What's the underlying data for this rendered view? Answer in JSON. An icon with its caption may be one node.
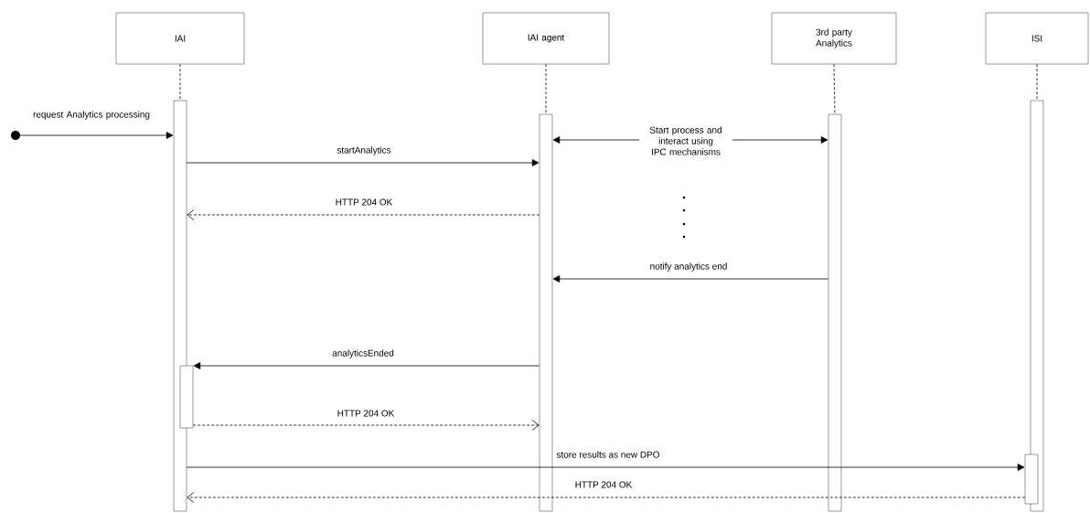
{
  "diagram": {
    "nodes": [
      {
        "text": [
          "IAI"
        ]
      },
      {
        "text": [
          "IAI agent"
        ]
      },
      {
        "text": [
          "3rd party Analytics"
        ]
      },
      {
        "text": [
          "ISI"
        ]
      },
      {
        "text": [],
        "shape": "bar"
      },
      {
        "text": [],
        "shape": "bar"
      },
      {
        "text": [],
        "shape": "bar"
      },
      {
        "text": [],
        "shape": "bar"
      },
      {
        "text": [],
        "shape": "bar"
      },
      {
        "text": [],
        "shape": "bar"
      },
      {
        "text": [],
        "shape": "circle"
      }
    ],
    "edges": [
      {
        "from": 10,
        "to": 4,
        "arrow": "to",
        "label": "request Analytics processing"
      },
      {
        "from": 4,
        "to": 5,
        "arrow": "to",
        "label": "startAnalytics"
      },
      {
        "from": 5,
        "to": 4,
        "arrow": "to",
        "label": "HTTP 204 OK",
        "style": "dashed"
      },
      {
        "from": 5,
        "to": 6,
        "arrow": "both",
        "label": "Start process and interact using IPC mechanisms"
      },
      {
        "from": 6,
        "to": 5,
        "arrow": "to",
        "label": "notify analytics end"
      },
      {
        "from": 5,
        "to": 8,
        "arrow": "to",
        "label": "analyticsEnded"
      },
      {
        "from": 8,
        "to": 5,
        "arrow": "to",
        "label": "HTTP 204 OK",
        "style": "dashed"
      },
      {
        "from": 4,
        "to": 9,
        "arrow": "to",
        "label": "store results as new DPO"
      },
      {
        "from": 9,
        "to": 4,
        "arrow": "to",
        "label": "HTTP 204 OK",
        "style": "dashed"
      },
      {
        "from": 0,
        "to": 4,
        "arrow": "none",
        "style": "dashed"
      },
      {
        "from": 1,
        "to": 5,
        "arrow": "none",
        "style": "dashed"
      },
      {
        "from": 2,
        "to": 6,
        "arrow": "none",
        "style": "dashed"
      },
      {
        "from": 3,
        "to": 7,
        "arrow": "none",
        "style": "dashed"
      }
    ]
  }
}
